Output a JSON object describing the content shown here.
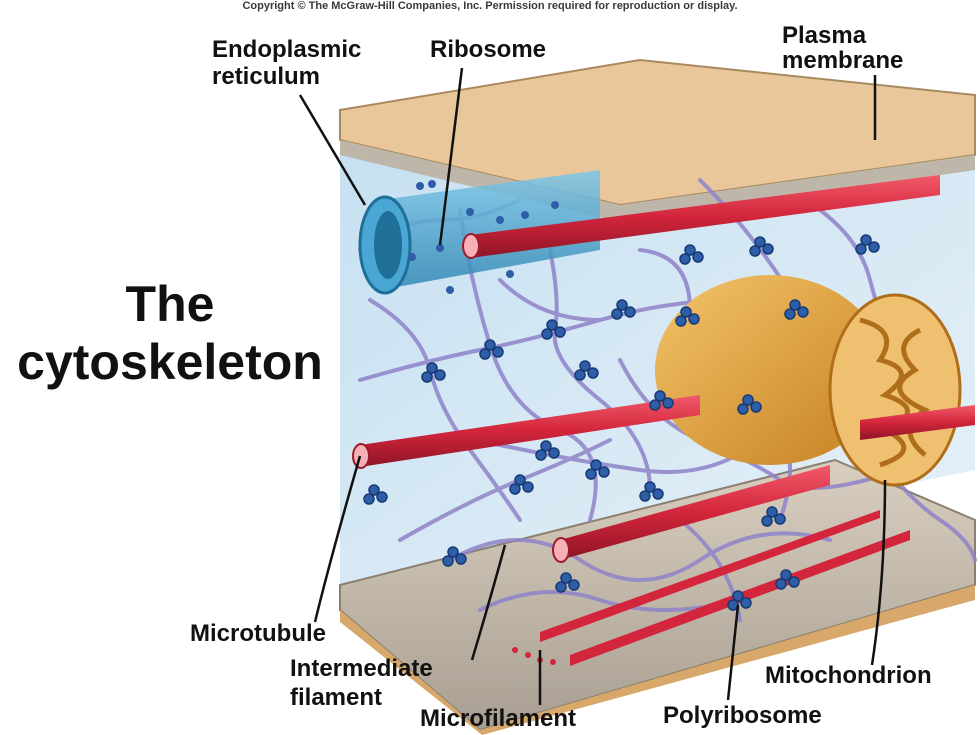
{
  "copyright": "Copyright © The McGraw-Hill Companies, Inc. Permission required for reproduction or display.",
  "title": {
    "line1": "The",
    "line2": "cytoskeleton"
  },
  "labels": {
    "endoplasmic_reticulum_1": "Endoplasmic",
    "endoplasmic_reticulum_2": "reticulum",
    "ribosome": "Ribosome",
    "plasma_membrane_1": "Plasma",
    "plasma_membrane_2": "membrane",
    "microtubule": "Microtubule",
    "intermediate_filament_1": "Intermediate",
    "intermediate_filament_2": "filament",
    "microfilament": "Microfilament",
    "polyribosome": "Polyribosome",
    "mitochondrion": "Mitochondrion"
  },
  "colors": {
    "membrane": "#e9c79a",
    "cytoplasm": "#cfe3ef",
    "er": "#4aa7d4",
    "microtubule": "#d3253b",
    "filament": "#8f83c9",
    "ribosome": "#2f5ea8",
    "mitochondrion": "#e4a94e"
  }
}
